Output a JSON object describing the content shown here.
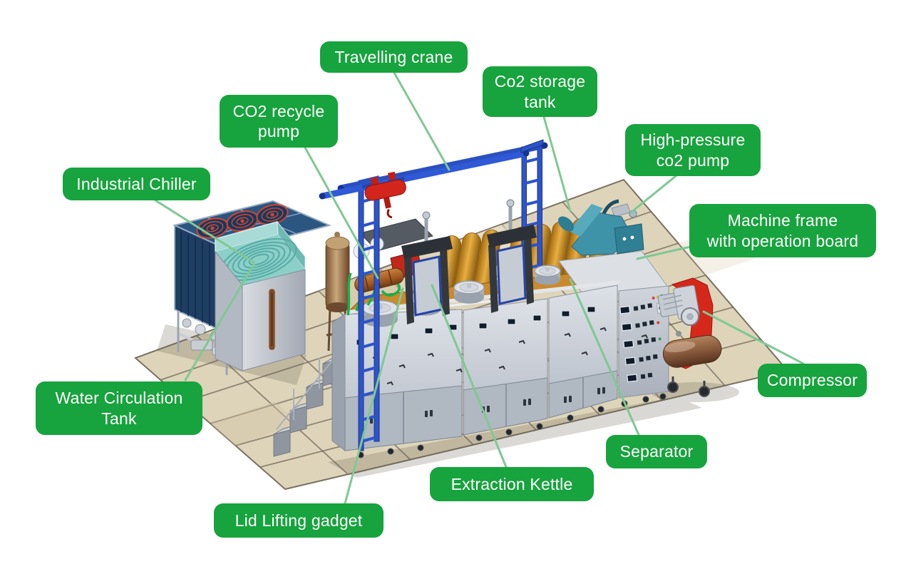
{
  "diagram": {
    "type": "labeled-equipment-diagram",
    "labels": [
      {
        "id": "travelling-crane",
        "lines": [
          "Travelling crane"
        ]
      },
      {
        "id": "co2-storage-tank",
        "lines": [
          "Co2 storage",
          "tank"
        ]
      },
      {
        "id": "co2-recycle-pump",
        "lines": [
          "CO2 recycle",
          "pump"
        ]
      },
      {
        "id": "industrial-chiller",
        "lines": [
          "Industrial Chiller"
        ]
      },
      {
        "id": "high-pressure-co2-pump",
        "lines": [
          "High-pressure",
          "co2 pump"
        ]
      },
      {
        "id": "machine-frame",
        "lines": [
          "Machine frame",
          "with operation board"
        ]
      },
      {
        "id": "water-circulation-tank",
        "lines": [
          "Water Circulation",
          "Tank"
        ]
      },
      {
        "id": "lid-lifting-gadget",
        "lines": [
          "Lid Lifting gadget"
        ]
      },
      {
        "id": "extraction-kettle",
        "lines": [
          "Extraction Kettle"
        ]
      },
      {
        "id": "separator",
        "lines": [
          "Separator"
        ]
      },
      {
        "id": "compressor",
        "lines": [
          "Compressor"
        ]
      }
    ],
    "colors": {
      "label_bg": "#17a33d",
      "label_text": "#ffffff",
      "connector_line": "#7fc893",
      "crane_blue": "#2d54c8",
      "cylinder_orange": "#dc9e33",
      "chiller_blue": "#234a73",
      "coil_teal": "#8ccfc9",
      "pump_teal": "#3f93a8",
      "compressor_red": "#d5281b",
      "tank_brown": "#9a714a",
      "floor_tile": "#ded4b9",
      "cabinet_gray": "#c6cbd4",
      "background": "#ffffff"
    }
  }
}
